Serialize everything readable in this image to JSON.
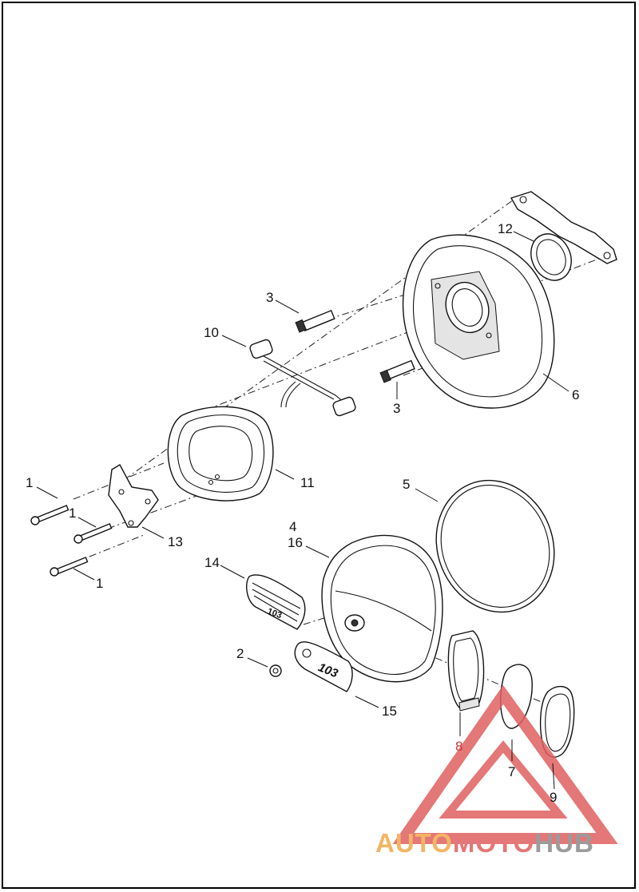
{
  "callouts": {
    "c1a": "1",
    "c1b": "1",
    "c1c": "1",
    "c2": "2",
    "c3a": "3",
    "c3b": "3",
    "c4": "4",
    "c16": "16",
    "c5": "5",
    "c6": "6",
    "c7": "7",
    "c8": "8",
    "c9": "9",
    "c10": "10",
    "c11": "11",
    "c12": "12",
    "c13": "13",
    "c14": "14",
    "c15": "15"
  },
  "badge_text": "103",
  "watermark": {
    "part1": "AUTO",
    "part2": "MOTO",
    "part3": "HUB",
    "color_orange": "#f2a94a",
    "color_red": "#e06060",
    "color_grey": "#8a8a8a"
  }
}
